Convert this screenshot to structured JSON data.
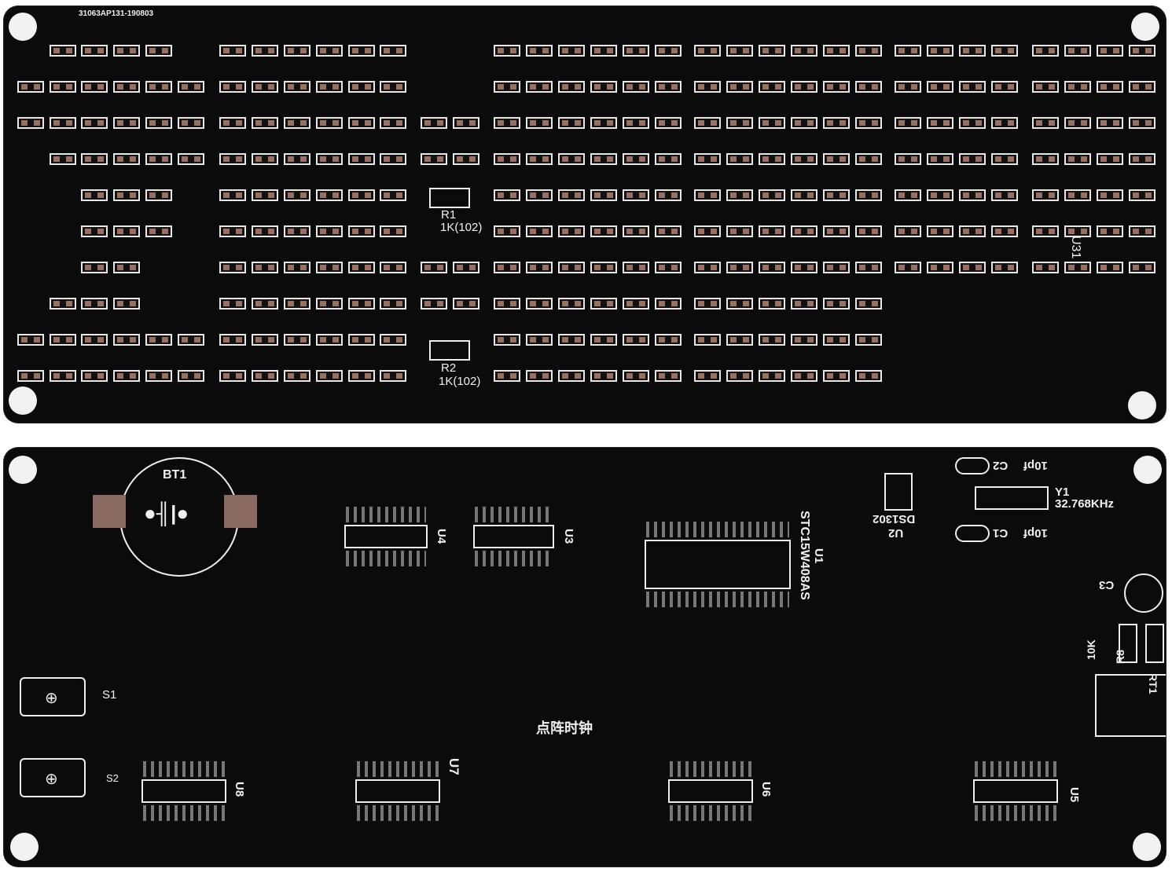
{
  "top_board": {
    "board_id": "31063AP131-190803",
    "r1": {
      "ref": "R1",
      "value": "1K(102)"
    },
    "r2": {
      "ref": "R2",
      "value": "1K(102)"
    },
    "u31": "U31"
  },
  "bottom_board": {
    "battery": "BT1",
    "u4": "U4",
    "u3": "U3",
    "u1_ref": "U1",
    "u1_part": "STC15W408AS",
    "u2_ref": "U2",
    "u2_part": "DS1302",
    "c2": "C2",
    "c2_value": "10pf",
    "c1": "C1",
    "c1_value": "10pf",
    "y1_ref": "Y1",
    "y1_value": "32.768KHz",
    "c3": "C3",
    "r8_ref": "R8",
    "r8_value": "10K",
    "rt1": "RT1",
    "s1": "S1",
    "s2": "S2",
    "title_cn": "点阵时钟",
    "u8": "U8",
    "u7": "U7",
    "u6": "U6",
    "u5": "U5"
  }
}
